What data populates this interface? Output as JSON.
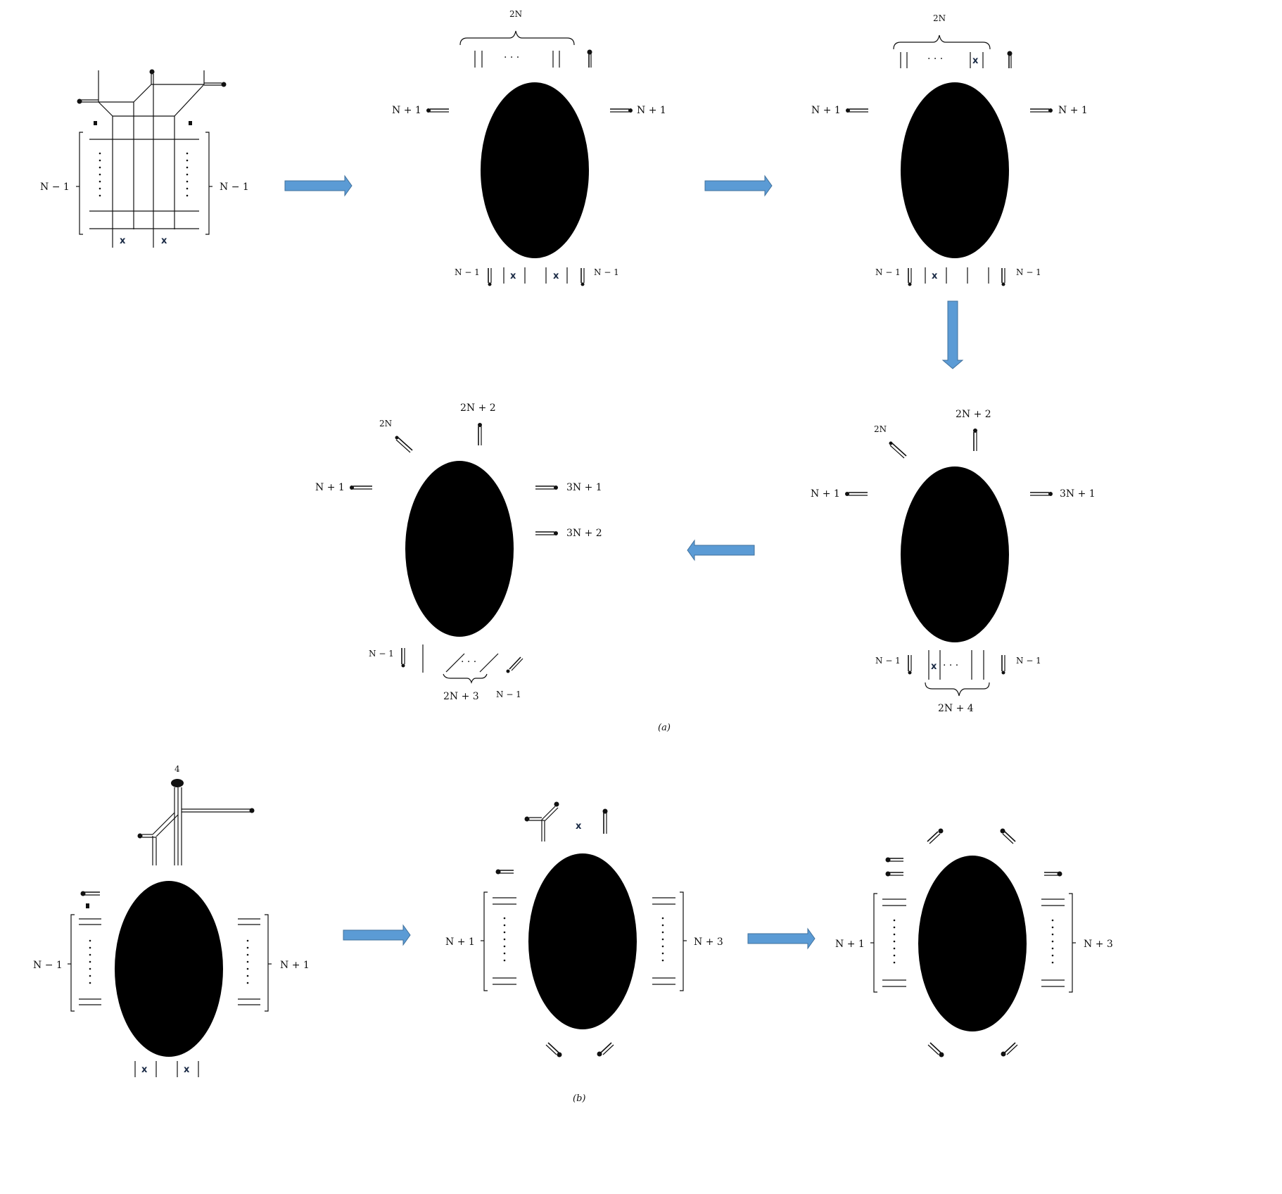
{
  "figure": {
    "caption_a": "(a)",
    "caption_b": "(b)",
    "colors": {
      "blob": "#000000",
      "arrow": "#5b9bd5",
      "lines": "#111111",
      "marker": "#1a2a45"
    }
  },
  "panel_a": {
    "step1": {
      "left_label": "N − 1",
      "right_label": "N − 1",
      "marks": [
        "x",
        "x"
      ]
    },
    "step2": {
      "top_label": "2N",
      "left_label": "N + 1",
      "right_label": "N + 1",
      "bottom_left_label": "N − 1",
      "bottom_right_label": "N − 1",
      "ellipsis": "· · ·"
    },
    "step3": {
      "top_label": "2N",
      "left_label": "N + 1",
      "right_label": "N + 1",
      "bottom_left_label": "N − 1",
      "bottom_right_label": "N − 1",
      "ellipsis": "· · ·"
    },
    "step4": {
      "label_2n": "2N",
      "label_2n2": "2N + 2",
      "left_label": "N + 1",
      "right_label": "3N + 1",
      "bottom_left_label": "N − 1",
      "bottom_right_label": "N − 1",
      "bottom_brace_label": "2N + 4",
      "ellipsis": "· · ·"
    },
    "step5": {
      "label_2n": "2N",
      "label_2n2": "2N + 2",
      "left_label": "N + 1",
      "right_label_1": "3N + 1",
      "right_label_2": "3N + 2",
      "bottom_left_label": "N − 1",
      "brace_label": "2N + 3",
      "bottom_right_label": "N − 1",
      "ellipsis": "· · ·"
    }
  },
  "panel_b": {
    "step1": {
      "top_label": "4",
      "left_label": "N − 1",
      "right_label": "N + 1"
    },
    "step2": {
      "left_label": "N + 1",
      "right_label": "N + 3"
    },
    "step3": {
      "left_label": "N + 1",
      "right_label": "N + 3"
    }
  }
}
